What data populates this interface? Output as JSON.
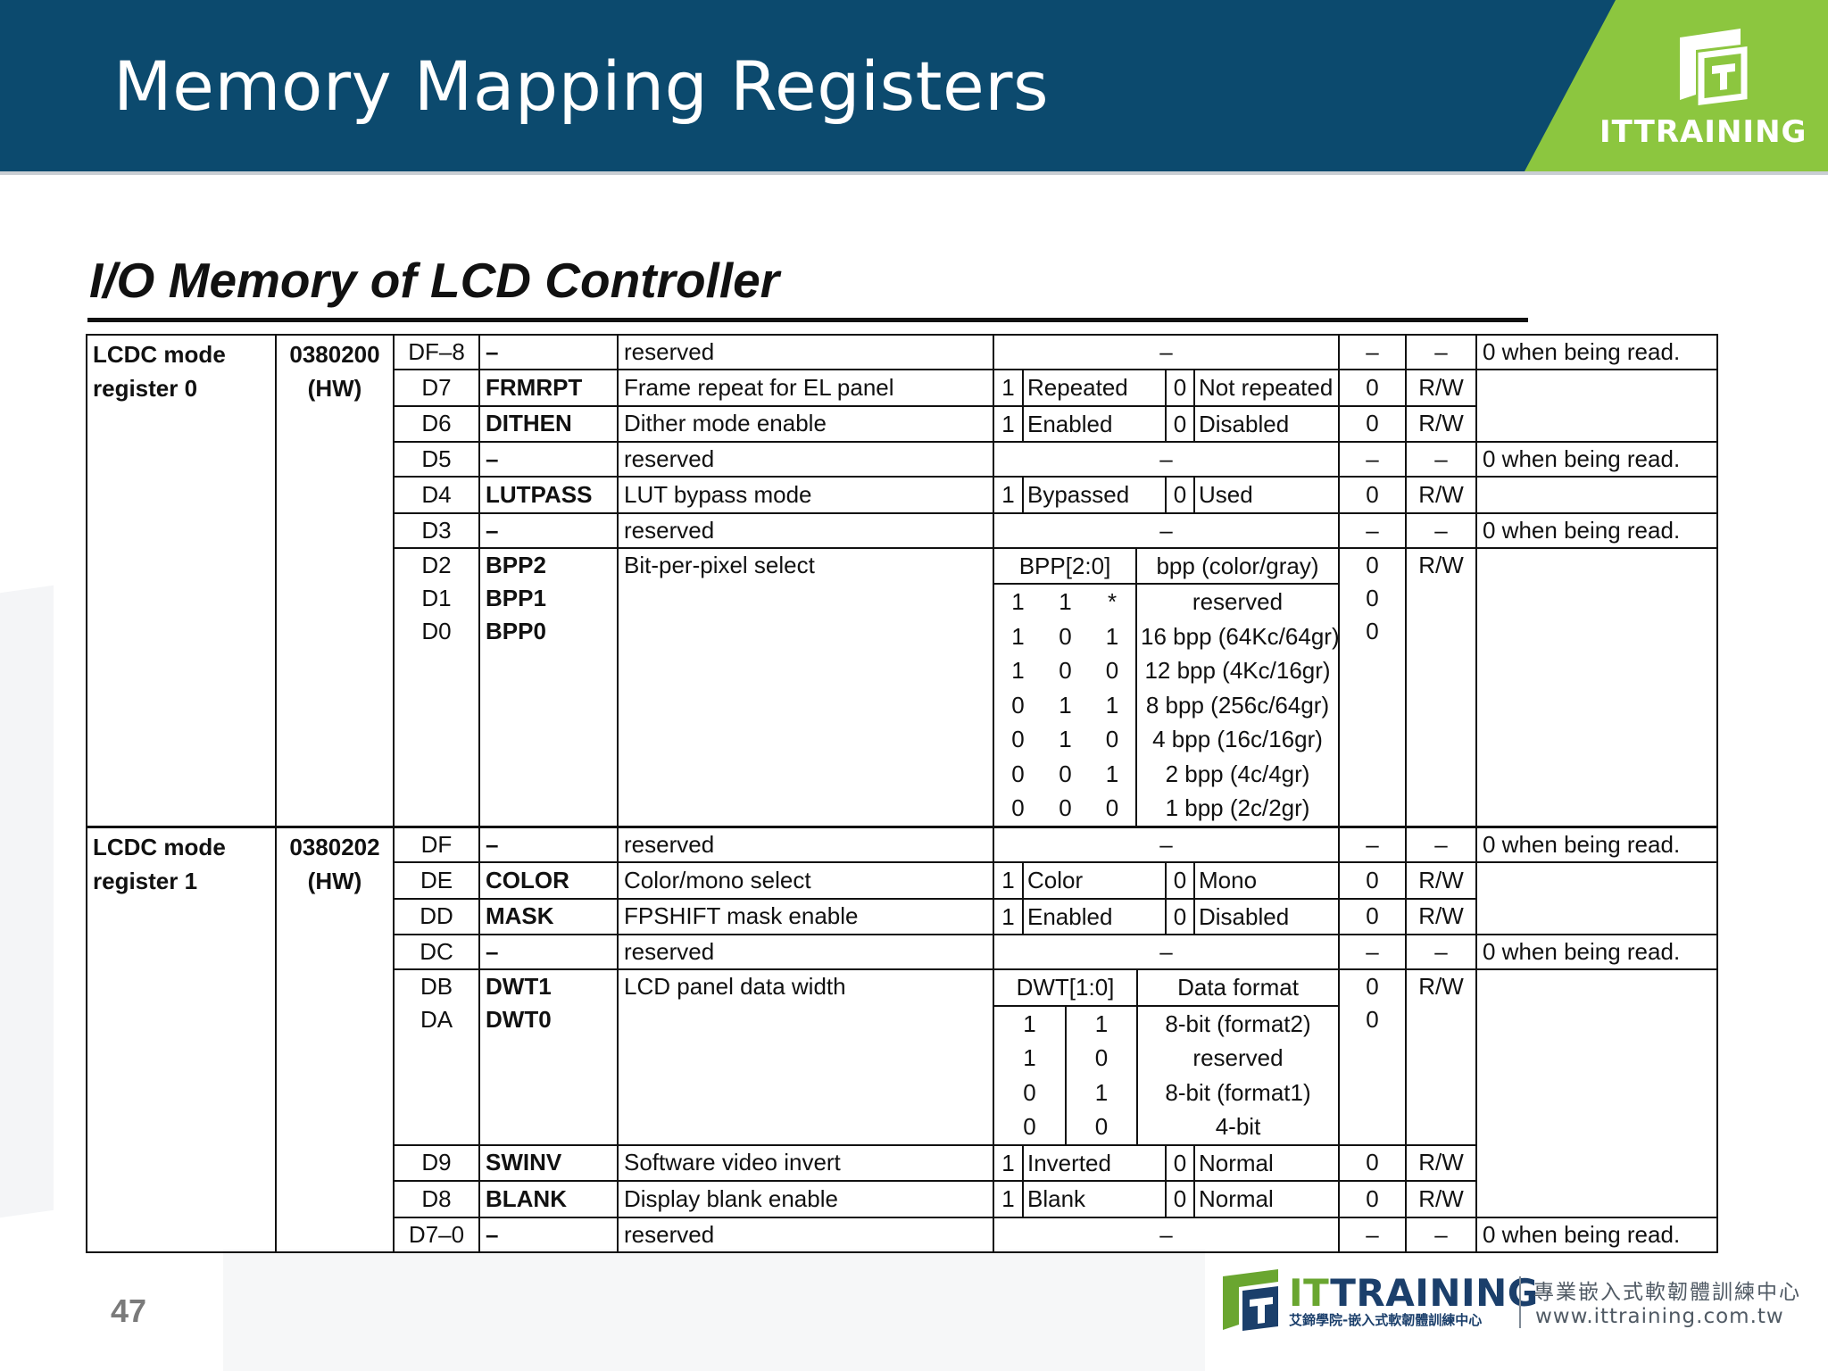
{
  "header": {
    "title": "Memory Mapping Registers",
    "brand": "ITTRAINING",
    "colors": {
      "header_bg": "#0c4a6e",
      "accent_green": "#8cc63f"
    }
  },
  "section": {
    "heading": "I/O Memory of LCD Controller"
  },
  "reg0": {
    "name_line1": "LCDC mode",
    "name_line2": "register 0",
    "addr_line1": "0380200",
    "addr_line2": "(HW)",
    "rows": [
      {
        "bit": "DF–8",
        "name": "–",
        "func": "reserved",
        "setting": "–",
        "init": "–",
        "rw": "–",
        "remark": "0 when being read."
      },
      {
        "bit": "D7",
        "name": "FRMRPT",
        "func": "Frame repeat for EL panel",
        "s1v": "1",
        "s1": "Repeated",
        "s0v": "0",
        "s0": "Not repeated",
        "init": "0",
        "rw": "R/W"
      },
      {
        "bit": "D6",
        "name": "DITHEN",
        "func": "Dither mode enable",
        "s1v": "1",
        "s1": "Enabled",
        "s0v": "0",
        "s0": "Disabled",
        "init": "0",
        "rw": "R/W"
      },
      {
        "bit": "D5",
        "name": "–",
        "func": "reserved",
        "setting": "–",
        "init": "–",
        "rw": "–",
        "remark": "0 when being read."
      },
      {
        "bit": "D4",
        "name": "LUTPASS",
        "func": "LUT bypass mode",
        "s1v": "1",
        "s1": "Bypassed",
        "s0v": "0",
        "s0": "Used",
        "init": "0",
        "rw": "R/W"
      },
      {
        "bit": "D3",
        "name": "–",
        "func": "reserved",
        "setting": "–",
        "init": "–",
        "rw": "–",
        "remark": "0 when being read."
      }
    ],
    "bpp": {
      "bits": [
        "D2",
        "D1",
        "D0"
      ],
      "names": [
        "BPP2",
        "BPP1",
        "BPP0"
      ],
      "func": "Bit-per-pixel select",
      "hdr_code": "BPP[2:0]",
      "hdr_desc": "bpp (color/gray)",
      "table": [
        {
          "b2": "1",
          "b1": "1",
          "b0": "*",
          "desc": "reserved"
        },
        {
          "b2": "1",
          "b1": "0",
          "b0": "1",
          "desc": "16 bpp (64Kc/64gr)"
        },
        {
          "b2": "1",
          "b1": "0",
          "b0": "0",
          "desc": "12 bpp (4Kc/16gr)"
        },
        {
          "b2": "0",
          "b1": "1",
          "b0": "1",
          "desc": "8 bpp (256c/64gr)"
        },
        {
          "b2": "0",
          "b1": "1",
          "b0": "0",
          "desc": "4 bpp (16c/16gr)"
        },
        {
          "b2": "0",
          "b1": "0",
          "b0": "1",
          "desc": "2 bpp (4c/4gr)"
        },
        {
          "b2": "0",
          "b1": "0",
          "b0": "0",
          "desc": "1 bpp (2c/2gr)"
        }
      ],
      "inits": [
        "0",
        "0",
        "0"
      ],
      "rw": "R/W"
    }
  },
  "reg1": {
    "name_line1": "LCDC mode",
    "name_line2": "register 1",
    "addr_line1": "0380202",
    "addr_line2": "(HW)",
    "rows": [
      {
        "bit": "DF",
        "name": "–",
        "func": "reserved",
        "setting": "–",
        "init": "–",
        "rw": "–",
        "remark": "0 when being read."
      },
      {
        "bit": "DE",
        "name": "COLOR",
        "func": "Color/mono select",
        "s1v": "1",
        "s1": "Color",
        "s0v": "0",
        "s0": "Mono",
        "init": "0",
        "rw": "R/W"
      },
      {
        "bit": "DD",
        "name": "MASK",
        "func": "FPSHIFT mask enable",
        "s1v": "1",
        "s1": "Enabled",
        "s0v": "0",
        "s0": "Disabled",
        "init": "0",
        "rw": "R/W"
      },
      {
        "bit": "DC",
        "name": "–",
        "func": "reserved",
        "setting": "–",
        "init": "–",
        "rw": "–",
        "remark": "0 when being read."
      }
    ],
    "dwt": {
      "bits": [
        "DB",
        "DA"
      ],
      "names": [
        "DWT1",
        "DWT0"
      ],
      "func": "LCD panel data width",
      "hdr_code": "DWT[1:0]",
      "hdr_desc": "Data format",
      "table": [
        {
          "b1": "1",
          "b0": "1",
          "desc": "8-bit (format2)"
        },
        {
          "b1": "1",
          "b0": "0",
          "desc": "reserved"
        },
        {
          "b1": "0",
          "b0": "1",
          "desc": "8-bit (format1)"
        },
        {
          "b1": "0",
          "b0": "0",
          "desc": "4-bit"
        }
      ],
      "inits": [
        "0",
        "0"
      ],
      "rw": "R/W"
    },
    "tail": [
      {
        "bit": "D9",
        "name": "SWINV",
        "func": "Software video invert",
        "s1v": "1",
        "s1": "Inverted",
        "s0v": "0",
        "s0": "Normal",
        "init": "0",
        "rw": "R/W"
      },
      {
        "bit": "D8",
        "name": "BLANK",
        "func": "Display blank enable",
        "s1v": "1",
        "s1": "Blank",
        "s0v": "0",
        "s0": "Normal",
        "init": "0",
        "rw": "R/W"
      },
      {
        "bit": "D7–0",
        "name": "–",
        "func": "reserved",
        "setting": "–",
        "init": "–",
        "rw": "–",
        "remark": "0 when being read."
      }
    ]
  },
  "footer": {
    "page_number": "47",
    "brand_it": "IT",
    "brand_rest": "TRAINING",
    "brand_sub": "艾鍗學院-嵌入式軟韌體訓練中心",
    "tagline_cn": "專業嵌入式軟韌體訓練中心",
    "url": "www.ittraining.com.tw"
  }
}
